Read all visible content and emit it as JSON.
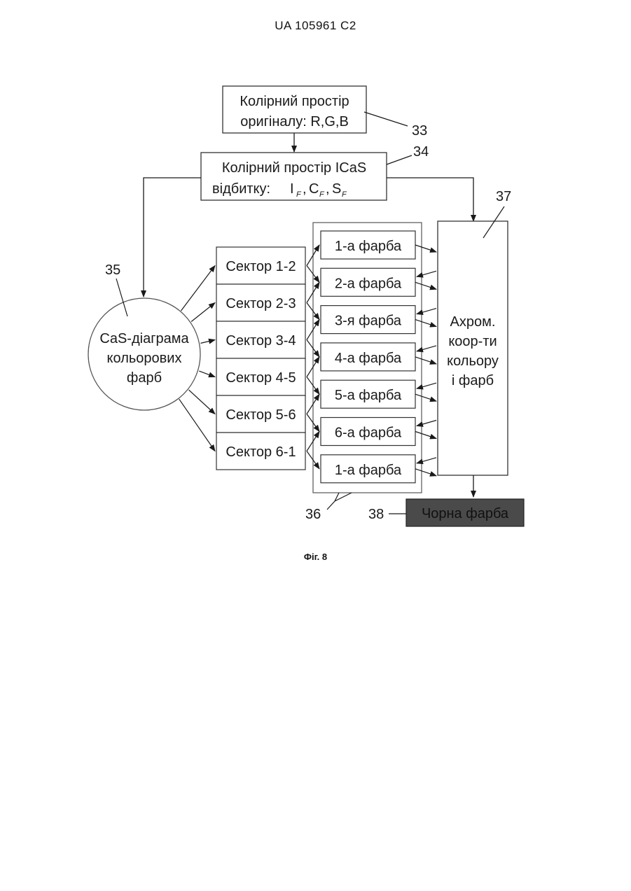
{
  "header": "UA   105961   C2",
  "boxes": {
    "original_space": [
      "Колірний простір",
      "оригіналу: R,G,B"
    ],
    "print_space_line1": "Колірний простір ICaS",
    "print_space_line2_prefix": "відбитку:",
    "print_space_vars": [
      "I",
      "C",
      "S"
    ],
    "print_space_subscript": "F",
    "diagram_circle": [
      "CaS-діаграма",
      "кольорових",
      "фарб"
    ],
    "sectors": [
      "Сектор 1-2",
      "Сектор 2-3",
      "Сектор 3-4",
      "Сектор 4-5",
      "Сектор 5-6",
      "Сектор 6-1"
    ],
    "inks": [
      "1-а фарба",
      "2-а фарба",
      "3-я фарба",
      "4-а фарба",
      "5-а фарба",
      "6-а фарба",
      "1-а фарба"
    ],
    "achromatic": [
      "Ахром.",
      "коор-ти",
      "кольору",
      "і фарб"
    ],
    "black_ink": "Чорна фарба"
  },
  "refs": {
    "r33": "33",
    "r34": "34",
    "r35": "35",
    "r36": "36",
    "r37": "37",
    "r38": "38"
  },
  "caption": "Фіг. 8",
  "colors": {
    "line": "#1a1a1a",
    "black_box_fill": "#4a4a4a",
    "circle_stroke": "#555555"
  }
}
